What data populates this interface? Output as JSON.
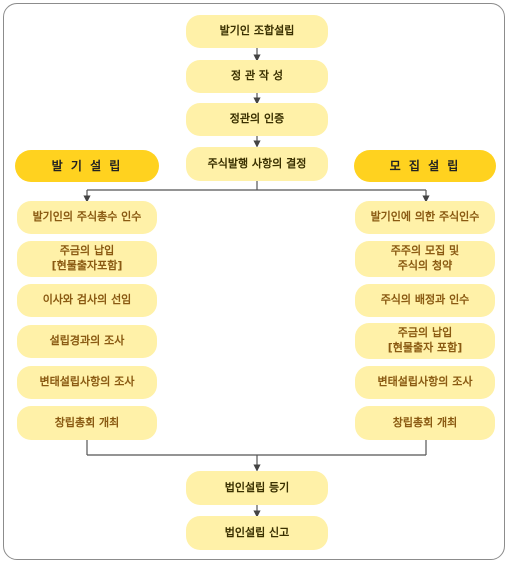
{
  "colors": {
    "box_fill": "#fff1a8",
    "header_fill": "#ffd21f",
    "line": "#555555",
    "frame": "#8c8c8c"
  },
  "center": {
    "step1": "발기인 조합설립",
    "step2": "정 관 작 성",
    "step3": "정관의 인증",
    "step4": "주식발행 사항의 결정",
    "step5": "법인설립 등기",
    "step6": "법인설립 신고"
  },
  "left": {
    "header": "발 기 설 립",
    "items": [
      "발기인의 주식총수 인수",
      "주금의 납입\n[현물출자포함]",
      "이사와 검사의 선임",
      "설립경과의 조사",
      "변태설립사항의 조사",
      "창립총회 개최"
    ]
  },
  "right": {
    "header": "모 집 설 립",
    "items": [
      "발기인에 의한 주식인수",
      "주주의 모집 및\n주식의 청약",
      "주식의 배정과 인수",
      "주금의 납입\n[현물출자 포함]",
      "변태설립사항의 조사",
      "창립총회 개최"
    ]
  }
}
